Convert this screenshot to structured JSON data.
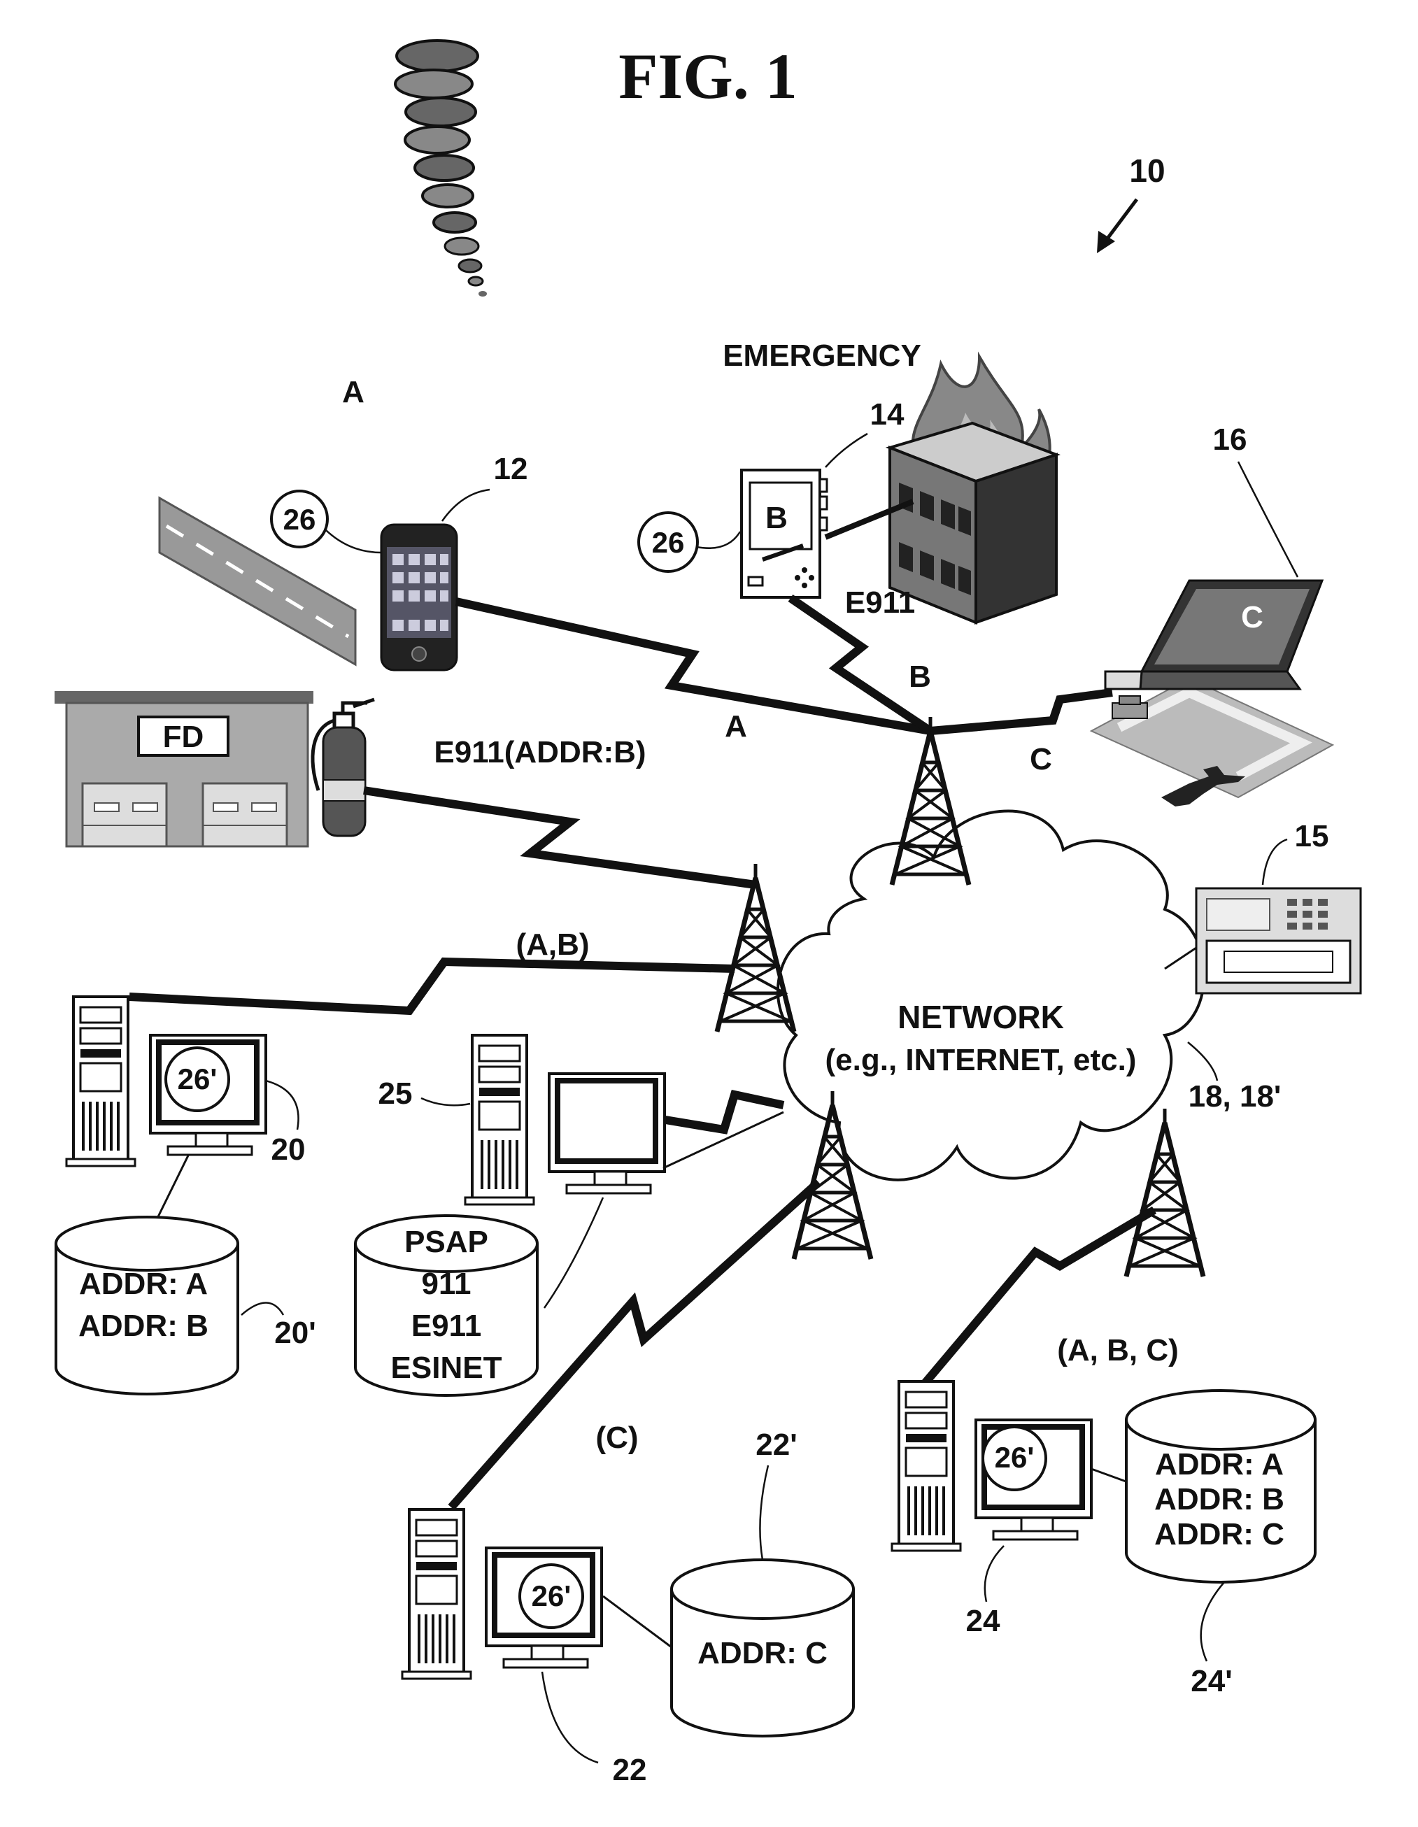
{
  "figure": {
    "title": "FIG. 1"
  },
  "refs": {
    "system": "10",
    "mobile_phone": "12",
    "pda_device": "14",
    "laptop": "16",
    "landline_phone": "15",
    "network": "18, 18'",
    "server_20": "20",
    "db_20": "20'",
    "server_22": "22",
    "db_22": "22'",
    "server_24": "24",
    "db_24": "24'",
    "psap_server": "25",
    "app_26_phone": "26",
    "app_26_pda": "26"
  },
  "labels": {
    "emergency": "EMERGENCY",
    "e911_building": "E911",
    "fire_department": "FD",
    "fd_message": "E911(ADDR:B)",
    "event_a": "A",
    "device_b": "B",
    "device_c": "C",
    "link_a": "A",
    "link_b": "B",
    "link_c": "C",
    "link_ab": "(A,B)",
    "link_c_paren": "(C)",
    "link_abc": "(A, B, C)",
    "network_line1": "NETWORK",
    "network_line2": "(e.g., INTERNET, etc.)",
    "screen_app_20": "26'",
    "screen_app_22": "26'",
    "screen_app_24": "26'"
  },
  "databases": {
    "db_20": [
      "ADDR: A",
      "ADDR: B"
    ],
    "psap": [
      "PSAP",
      "911",
      "E911",
      "ESINET"
    ],
    "db_22": [
      "ADDR: C"
    ],
    "db_24": [
      "ADDR: A",
      "ADDR: B",
      "ADDR: C"
    ]
  }
}
